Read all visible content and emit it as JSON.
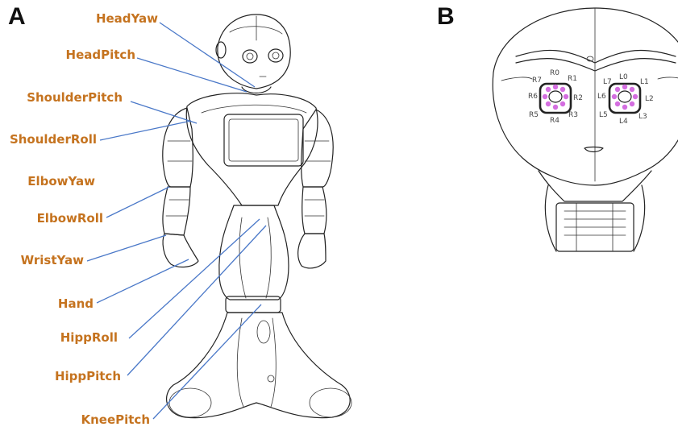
{
  "panels": {
    "a": "A",
    "b": "B"
  },
  "joints": [
    "HeadYaw",
    "HeadPitch",
    "ShoulderPitch",
    "ShoulderRoll",
    "ElbowYaw",
    "ElbowRoll",
    "WristYaw",
    "Hand",
    "HippRoll",
    "HippPitch",
    "KneePitch"
  ],
  "leds": {
    "right_eye": [
      "R0",
      "R1",
      "R2",
      "R3",
      "R4",
      "R5",
      "R6",
      "R7"
    ],
    "left_eye": [
      "L0",
      "L1",
      "L2",
      "L3",
      "L4",
      "L5",
      "L6",
      "L7"
    ]
  },
  "colors": {
    "label": "#c5731f",
    "leader": "#4a78c8",
    "led": "#d46ee0"
  }
}
